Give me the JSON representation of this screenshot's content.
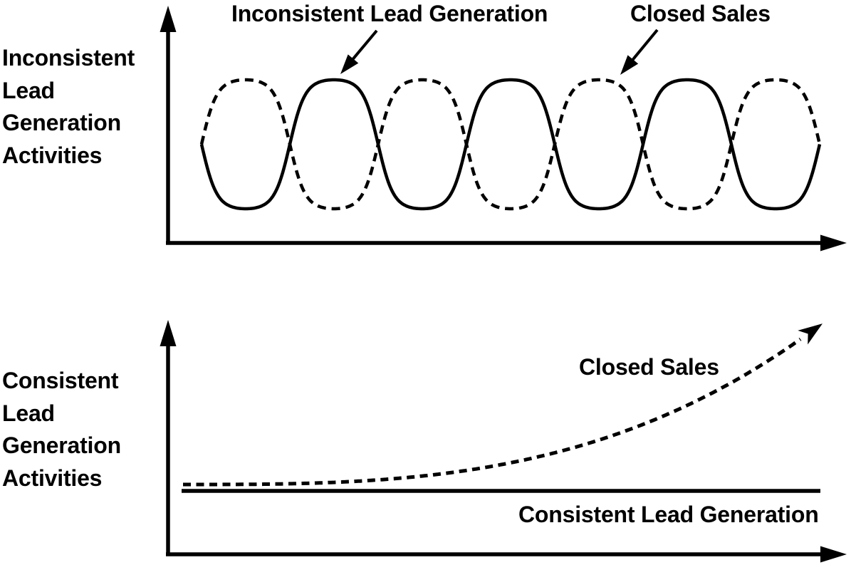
{
  "colors": {
    "ink": "#000000",
    "background": "#ffffff"
  },
  "top_chart": {
    "y_axis_label_lines": [
      "Inconsistent",
      "Lead",
      "Generation",
      "Activities"
    ],
    "annotations": [
      {
        "label": "Inconsistent Lead Generation",
        "points_to": "solid wave peak"
      },
      {
        "label": "Closed Sales",
        "points_to": "dashed wave peak"
      }
    ]
  },
  "bottom_chart": {
    "y_axis_label_lines": [
      "Consistent",
      "Lead",
      "Generation",
      "Activities"
    ],
    "closed_sales_label": "Closed Sales",
    "consistent_line_label": "Consistent Lead Generation"
  },
  "chart_data": [
    {
      "type": "line",
      "panel": "top",
      "title": "",
      "xlabel": "",
      "ylabel": "Inconsistent Lead Generation Activities",
      "x_range": [
        0,
        7
      ],
      "y_range": [
        -1,
        1
      ],
      "grid": false,
      "ticks": false,
      "axis_arrows": true,
      "legend_position": "arrow annotations above chart",
      "series": [
        {
          "name": "Inconsistent Lead Generation",
          "line_style": "solid",
          "model": {
            "kind": "flattened-sine",
            "amplitude": 1,
            "half_period": 1,
            "flatten": 1.75,
            "first_extreme": "valley"
          },
          "extremes": {
            "valleys_x": [
              0.5,
              2.5,
              4.5,
              6.5
            ],
            "peaks_x": [
              1.5,
              3.5,
              5.5
            ]
          }
        },
        {
          "name": "Closed Sales",
          "line_style": "dashed",
          "model": {
            "kind": "flattened-sine",
            "amplitude": 1,
            "half_period": 1,
            "flatten": 1.75,
            "first_extreme": "peak"
          },
          "extremes": {
            "peaks_x": [
              0.5,
              2.5,
              4.5,
              6.5
            ],
            "valleys_x": [
              1.5,
              3.5,
              5.5
            ]
          }
        }
      ]
    },
    {
      "type": "line",
      "panel": "bottom",
      "title": "",
      "xlabel": "",
      "ylabel": "Consistent Lead Generation Activities",
      "x_range": [
        0,
        1
      ],
      "y_range": [
        0,
        1
      ],
      "grid": false,
      "ticks": false,
      "axis_arrows": true,
      "series": [
        {
          "name": "Consistent Lead Generation",
          "line_style": "solid",
          "model": {
            "kind": "constant",
            "value": 0.27
          }
        },
        {
          "name": "Closed Sales",
          "line_style": "dashed",
          "model": {
            "kind": "power-growth",
            "start": 0.3,
            "end": 0.92,
            "exponent": 3
          },
          "end_marker": "arrowhead"
        }
      ]
    }
  ]
}
